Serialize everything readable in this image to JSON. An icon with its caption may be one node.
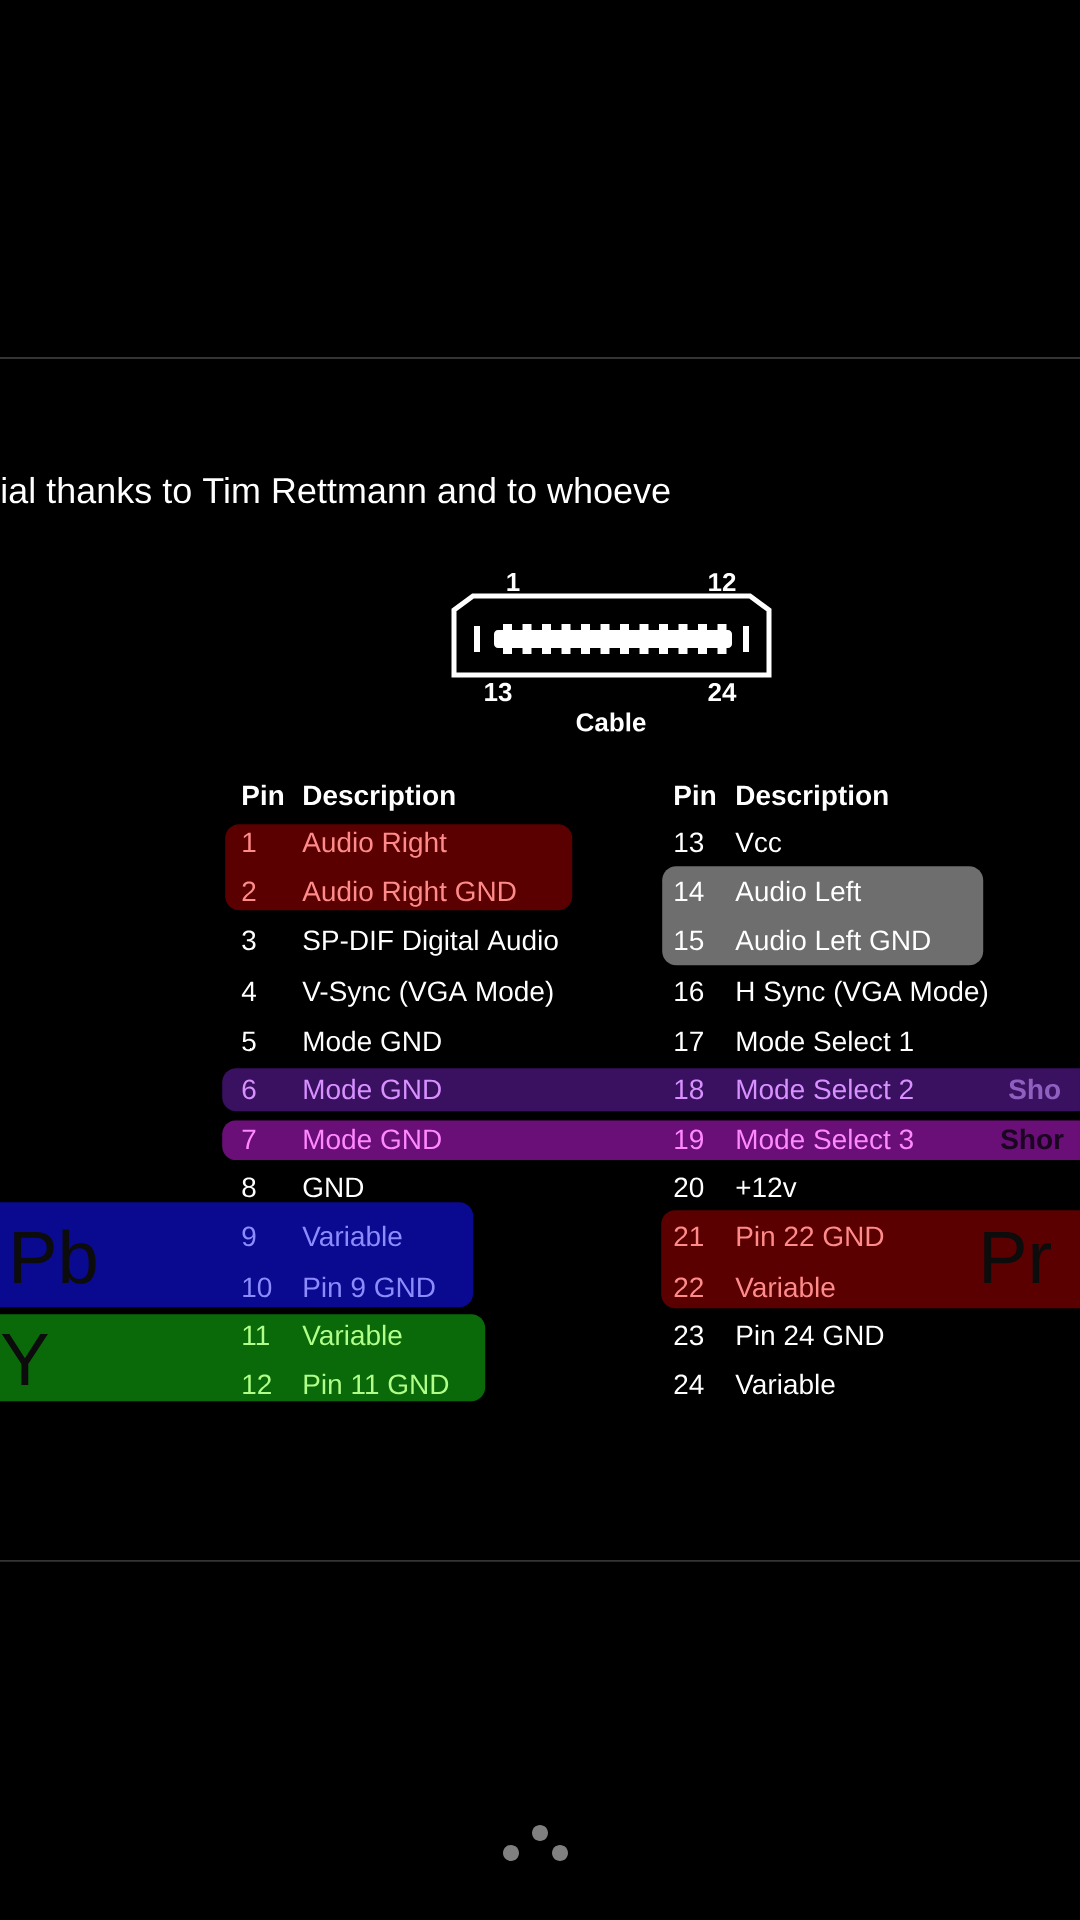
{
  "diagram": {
    "nodes": [
      {
        "text": [
          "1",
          "Audio Right",
          "2",
          "Audio Right GND"
        ]
      },
      {
        "text": [
          "14",
          "Audio Left",
          "15",
          "Audio Left GND"
        ]
      },
      {
        "text": [
          "6",
          "Mode GND",
          "18",
          "Mode Select 2",
          "Sho"
        ]
      },
      {
        "text": [
          "7",
          "Mode GND",
          "19",
          "Mode Select 3",
          "Shor"
        ]
      },
      {
        "text": [
          "Pb",
          "9",
          "Variable",
          "10",
          "Pin 9 GND"
        ]
      },
      {
        "text": [
          "21",
          "Pin 22 GND",
          "22",
          "Variable",
          "Pr"
        ]
      },
      {
        "text": [
          "Y",
          "11",
          "Variable",
          "12",
          "Pin 11 GND"
        ]
      }
    ],
    "labels": [
      "ial thanks to Tim Rettmann and to whoeve",
      "1",
      "12",
      "13",
      "24",
      "Cable",
      "Pin",
      "Description",
      "Pin",
      "Description",
      "13",
      "Vcc",
      "3",
      "SP-DIF Digital Audio",
      "4",
      "V-Sync (VGA Mode)",
      "16",
      "H Sync (VGA Mode)",
      "5",
      "Mode GND",
      "17",
      "Mode Select 1",
      "8",
      "GND",
      "20",
      "+12v",
      "23",
      "Pin 24 GND",
      "24",
      "Variable"
    ]
  }
}
